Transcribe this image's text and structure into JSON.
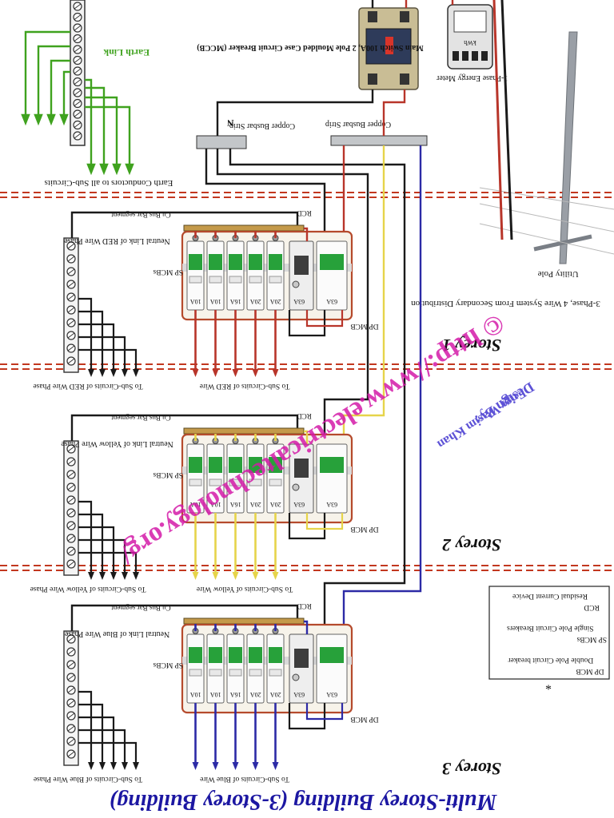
{
  "header": {
    "meter_label": "1-Phase Energy Meter",
    "meter_unit": "kWh",
    "main_switch": "Main Switch 100A, 2 Pole Moulded Case Circuit Breaker (MCCB)",
    "pole_label": "Utility Pole",
    "earth_link": "Earth Link",
    "earth_conductors": "Earth Conductors to all Sub-Circuits",
    "busbar_live": "Copper Busbar Strip",
    "busbar_neutral": "Copper Busbar Strip",
    "neutral_mark": "N",
    "supply_text": "3-Phase, 4 Wire System From Secondary Distribution"
  },
  "storeys": [
    {
      "title": "Storey 1",
      "wire_color": "#b8352a",
      "cu_label": "Cu Bus Bar segment",
      "neutral_link": "Neutral Link of RED Wire Phase",
      "sp_label": "SP MCBs",
      "dp_label": "DP MCB",
      "rcd_label": "RCD",
      "sub_left": "To Sub-Circuits of RED Wire Phase",
      "sub_right": "To Sub-Circuits of RED Wire",
      "ratings": [
        "10A",
        "10A",
        "16A",
        "20A",
        "20A",
        "63A",
        "63A"
      ]
    },
    {
      "title": "Storey 2",
      "wire_color": "#e6d44a",
      "cu_label": "Cu Bus Bar segment",
      "neutral_link": "Neutral Link of Yellow Wire Phase",
      "sp_label": "SP MCBs",
      "dp_label": "DP MCB",
      "rcd_label": "RCD",
      "sub_left": "To Sub-Circuits of Yellow Wire Phase",
      "sub_right": "To Sub-Circuits of Yellow Wire",
      "ratings": [
        "10A",
        "10A",
        "16A",
        "20A",
        "20A",
        "63A",
        "63A"
      ]
    },
    {
      "title": "Storey 3",
      "wire_color": "#2c2aa6",
      "cu_label": "Cu Bus Bar segment",
      "neutral_link": "Neutral Link of Blue Wire Phase",
      "sp_label": "SP MCBs",
      "dp_label": "DP MCB",
      "rcd_label": "RCD",
      "sub_left": "To Sub-Circuits of Blue Wire Phase",
      "sub_right": "To Sub-Circuits of Blue Wire",
      "ratings": [
        "10A",
        "10A",
        "16A",
        "20A",
        "20A",
        "63A",
        "63A"
      ]
    }
  ],
  "legend": {
    "items": [
      "DP MCB",
      "Double Pole Circuit breaker",
      "SP MCBs",
      "Single Pole Circuit Breakers",
      "RCD",
      "Residual Current Device"
    ],
    "star": "*"
  },
  "credit": {
    "design_by": "Design By:",
    "author": "Engr Wasim Khan",
    "url": "© http://www.electricaltechnology.org/"
  },
  "footer": {
    "title": "Multi-Storey Building (3-Storey Building)"
  },
  "colors": {
    "red": "#b8352a",
    "yellow": "#e6d44a",
    "blue": "#2c2aa6",
    "green": "#3fa21e",
    "divider": "#c2371f",
    "watermark": "#d41aa8",
    "credit": "#5d52d6",
    "title": "#1c17a2"
  }
}
